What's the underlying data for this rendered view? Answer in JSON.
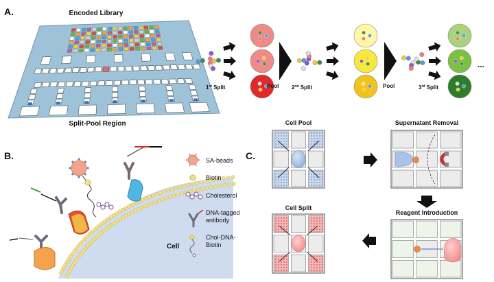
{
  "panels": {
    "a": {
      "label": "A.",
      "library_title": "Encoded Library",
      "region_title": "Split-Pool Region",
      "steps": [
        {
          "num": "1",
          "sup": "st",
          "word": " Split"
        },
        {
          "num": "2",
          "sup": "nd",
          "word": " Split"
        },
        {
          "num": "3",
          "sup": "rd",
          "word": " Split"
        }
      ],
      "pool_label": "Pool",
      "ellipsis": "...",
      "colors": {
        "panel_fill": "#9ec3d8",
        "split1": [
          "#f08a86",
          "#f08a86",
          "#e02a2a"
        ],
        "split2": [
          "#fff7a6",
          "#f5ea3c",
          "#f2c318"
        ],
        "split3": [
          "#a8d47c",
          "#7cc044",
          "#2f7d2a"
        ]
      }
    },
    "b": {
      "label": "B.",
      "cell_label": "Cell",
      "legend": [
        {
          "icon": "sa-beads-icon",
          "text": "SA-beads"
        },
        {
          "icon": "biotin-icon",
          "text": "Biotin"
        },
        {
          "icon": "cholesterol-icon",
          "text": "Cholesterol"
        },
        {
          "icon": "dna-tagged-antibody-icon",
          "text": "DNA-tagged",
          "text2": "antibody"
        },
        {
          "icon": "chol-dna-biotin-icon",
          "text": "Chol-DNA-",
          "text2": "Biotin"
        }
      ]
    },
    "c": {
      "label": "C.",
      "cell_pool": "Cell Pool",
      "supernatant_removal": "Supernatant Removal",
      "reagent_introduction": "Reagent Introduction",
      "cell_split": "Cell Split"
    }
  }
}
